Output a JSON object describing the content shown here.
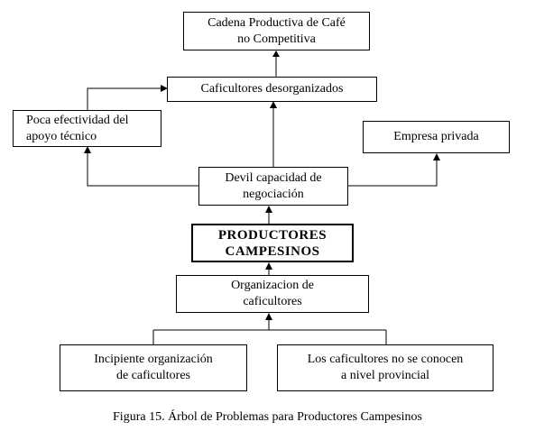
{
  "nodes": {
    "cadena": "Cadena Productiva de Café\nno Competitiva",
    "desorganizados": "Caficultores desorganizados",
    "efectividad": "Poca efectividad del\napoyo técnico",
    "empresa": "Empresa privada",
    "negociacion": "Devil capacidad de\nnegociación",
    "productores": "PRODUCTORES\nCAMPESINOS",
    "organizacion": "Organizacion de\ncaficultores",
    "incipiente": "Incipiente organización\nde caficultores",
    "conocen": "Los caficultores no se conocen\na nivel provincial"
  },
  "caption": "Figura 15. Árbol de Problemas para Productores Campesinos"
}
